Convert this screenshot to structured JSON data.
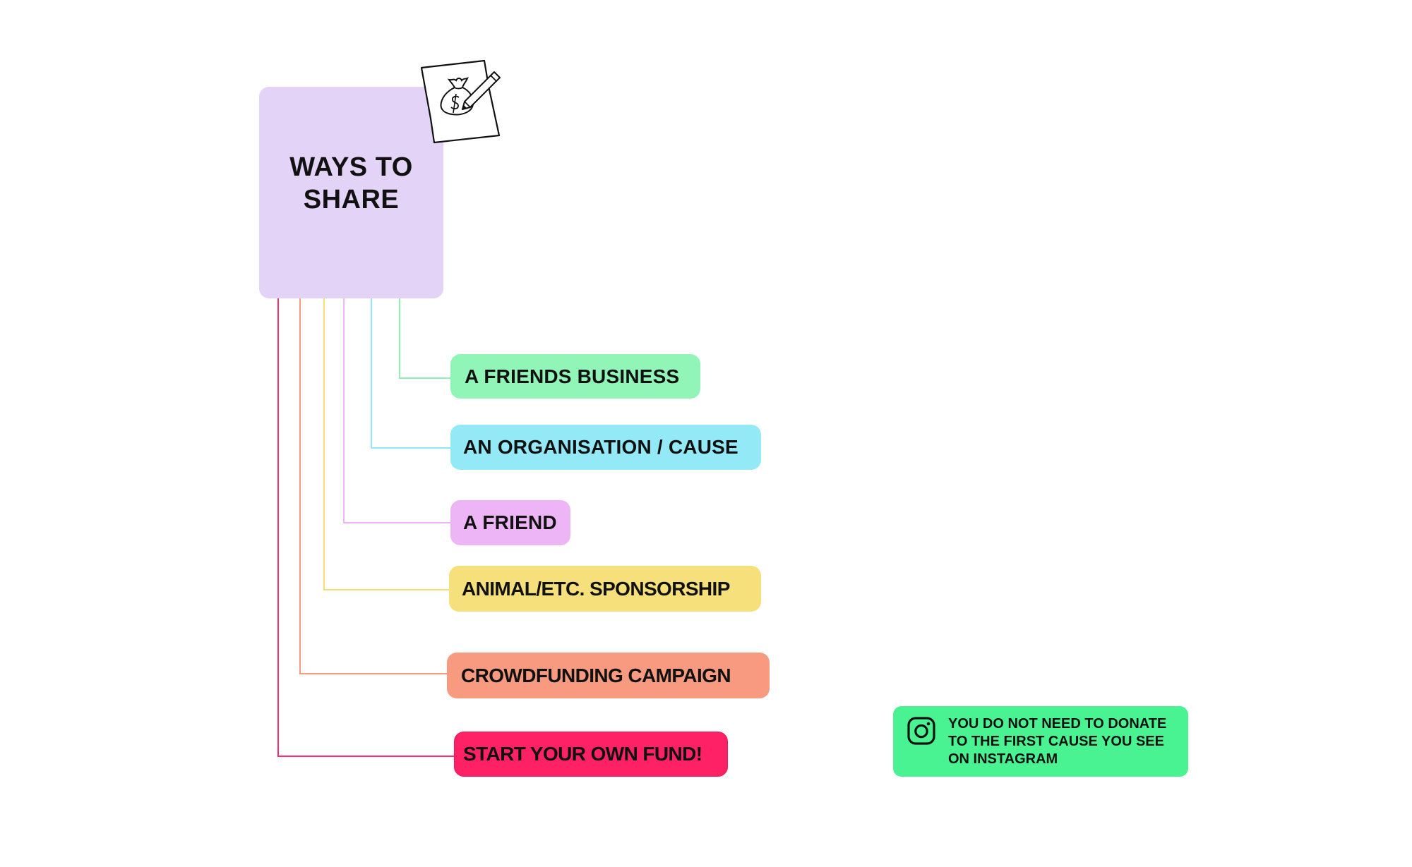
{
  "root": {
    "title": "WAYS TO SHARE",
    "color": "#e3d3f6",
    "icon": "money-bag-paper-pencil-icon"
  },
  "branches": [
    {
      "id": "friends-business",
      "label": "A FRIENDS BUSINESS",
      "color": "#92f5b8",
      "line_color": "#8ff0b3"
    },
    {
      "id": "organisation-cause",
      "label": "AN ORGANISATION / CAUSE",
      "color": "#93e9f6",
      "line_color": "#8fe6f4"
    },
    {
      "id": "a-friend",
      "label": "A FRIEND",
      "color": "#edb5f6",
      "line_color": "#eeb3f6"
    },
    {
      "id": "animal-sponsorship",
      "label": "ANIMAL/ETC. SPONSORSHIP",
      "color": "#f6e07c",
      "line_color": "#f7dc6f"
    },
    {
      "id": "crowdfunding",
      "label": "CROWDFUNDING CAMPAIGN",
      "color": "#f89a80",
      "line_color": "#f79a84"
    },
    {
      "id": "own-fund",
      "label": "START YOUR OWN FUND!",
      "color": "#fe2165",
      "line_color": "#fd2e6b"
    }
  ],
  "note": {
    "icon": "instagram-icon",
    "text": "YOU DO NOT NEED TO DONATE TO THE FIRST CAUSE YOU SEE ON INSTAGRAM",
    "color": "#4af391"
  }
}
